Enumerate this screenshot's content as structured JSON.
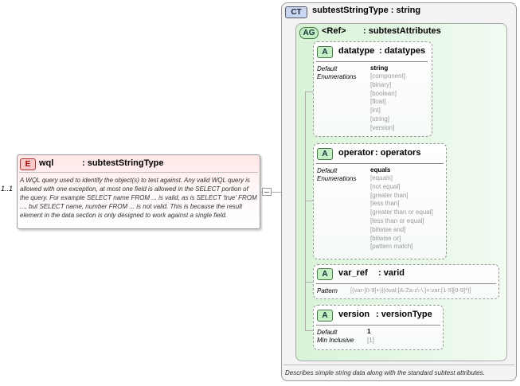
{
  "element": {
    "badge": "E",
    "name": "wql",
    "type": ": subtestStringType",
    "cardinality": "1..1",
    "documentation": "A WQL query used to identify the object(s) to test against.  Any valid WQL query is allowed with one exception, at most one field is allowed in the SELECT portion of the query.  For example SELECT name FROM ... is valid, as is SELECT 'true' FROM ..., but SELECT name, number FROM ... is not valid.  This is because the result element in the data section is only designed to work against a single field."
  },
  "complex_type": {
    "badge": "CT",
    "name": "subtestStringType : string",
    "documentation": "Describes simple string data along with the standard subtest attributes."
  },
  "attribute_group": {
    "badge": "AG",
    "name": "<Ref>",
    "type": ": subtestAttributes"
  },
  "attributes": [
    {
      "badge": "A",
      "name": "datatype",
      "type": ": datatypes",
      "props": {
        "default_label": "Default",
        "enum_label": "Enumerations",
        "default": "string",
        "enumerations": [
          "[component]",
          "[binary]",
          "[boolean]",
          "[float]",
          "[int]",
          "[string]",
          "[version]"
        ]
      }
    },
    {
      "badge": "A",
      "name": "operator",
      "type": ": operators",
      "props": {
        "default_label": "Default",
        "enum_label": "Enumerations",
        "default": "equals",
        "enumerations": [
          "[equals]",
          "[not equal]",
          "[greater than]",
          "[less than]",
          "[greater than or equal]",
          "[less than or equal]",
          "[bitwise and]",
          "[bitwise or]",
          "[pattern match]"
        ]
      }
    },
    {
      "badge": "A",
      "name": "var_ref",
      "type": ": varid",
      "props": {
        "pattern_label": "Pattern",
        "pattern": "[(var-[0-9]+)|(oval:[A-Za-z\\-\\.]+:var:[1-9][0-9]*)]"
      }
    },
    {
      "badge": "A",
      "name": "version",
      "type": ": versionType",
      "props": {
        "default_label": "Default",
        "min_label": "Min Inclusive",
        "default": "1",
        "min_inclusive": "[1]"
      }
    }
  ],
  "colors": {
    "element_header": "#fbc9c9",
    "attribute_badge": "#c5efc5",
    "complex_type_badge": "#c9d6f2"
  }
}
